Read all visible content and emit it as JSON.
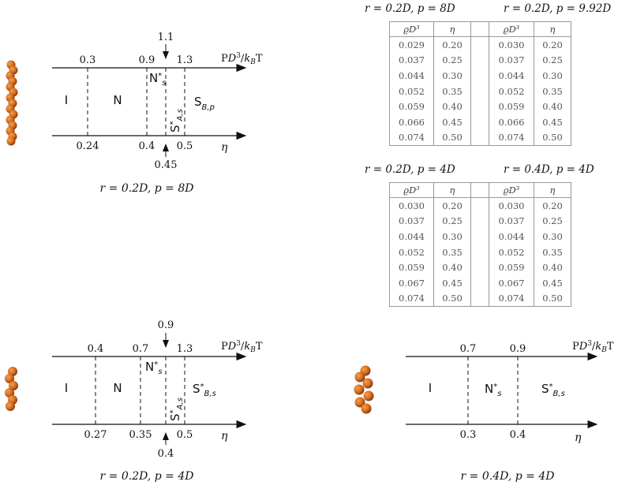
{
  "diagrams": [
    {
      "id": "d1",
      "top_ticks": [
        "0.3",
        "0.9",
        "1.3"
      ],
      "bottom_ticks": [
        "0.24",
        "0.4",
        "0.5"
      ],
      "arrow_top": "1.1",
      "arrow_bottom": "0.45",
      "axis_top": "PD³/k_BT",
      "axis_bottom": "η",
      "phases": [
        "I",
        "N",
        "N*s",
        "S*A,s",
        "SB,p"
      ],
      "caption": "r = 0.2D, p = 8D"
    },
    {
      "id": "d2",
      "top_ticks": [
        "0.4",
        "0.7",
        "1.3"
      ],
      "bottom_ticks": [
        "0.27",
        "0.35",
        "0.5"
      ],
      "arrow_top": "0.9",
      "arrow_bottom": "0.4",
      "axis_top": "PD³/k_BT",
      "axis_bottom": "η",
      "phases": [
        "I",
        "N",
        "N*s",
        "S*A,s",
        "S*B,s"
      ],
      "caption": "r = 0.2D, p = 4D"
    },
    {
      "id": "d3",
      "top_ticks": [
        "0.7",
        "0.9"
      ],
      "bottom_ticks": [
        "0.3",
        "0.4"
      ],
      "axis_top": "PD³/k_BT",
      "axis_bottom": "η",
      "phases": [
        "I",
        "N*s",
        "S*B,s"
      ],
      "caption": "r = 0.4D, p = 4D"
    }
  ],
  "tables": [
    {
      "title_left": "r = 0.2D, p = 8D",
      "title_right": "r = 0.2D, p = 9.92D",
      "headers": [
        "ϱD³",
        "η",
        "ϱD³",
        "η"
      ],
      "rows": [
        [
          "0.029",
          "0.20",
          "0.030",
          "0.20"
        ],
        [
          "0.037",
          "0.25",
          "0.037",
          "0.25"
        ],
        [
          "0.044",
          "0.30",
          "0.044",
          "0.30"
        ],
        [
          "0.052",
          "0.35",
          "0.052",
          "0.35"
        ],
        [
          "0.059",
          "0.40",
          "0.059",
          "0.40"
        ],
        [
          "0.066",
          "0.45",
          "0.066",
          "0.45"
        ],
        [
          "0.074",
          "0.50",
          "0.074",
          "0.50"
        ]
      ]
    },
    {
      "title_left": "r = 0.2D, p = 4D",
      "title_right": "r = 0.4D, p = 4D",
      "headers": [
        "ϱD³",
        "η",
        "ϱD³",
        "η"
      ],
      "rows": [
        [
          "0.030",
          "0.20",
          "0.030",
          "0.20"
        ],
        [
          "0.037",
          "0.25",
          "0.037",
          "0.25"
        ],
        [
          "0.044",
          "0.30",
          "0.044",
          "0.30"
        ],
        [
          "0.052",
          "0.35",
          "0.052",
          "0.35"
        ],
        [
          "0.059",
          "0.40",
          "0.059",
          "0.40"
        ],
        [
          "0.067",
          "0.45",
          "0.067",
          "0.45"
        ],
        [
          "0.074",
          "0.50",
          "0.074",
          "0.50"
        ]
      ]
    }
  ],
  "colors": {
    "helix": "#d2691e",
    "helix_dark": "#8b3a0e",
    "line": "#111111"
  }
}
